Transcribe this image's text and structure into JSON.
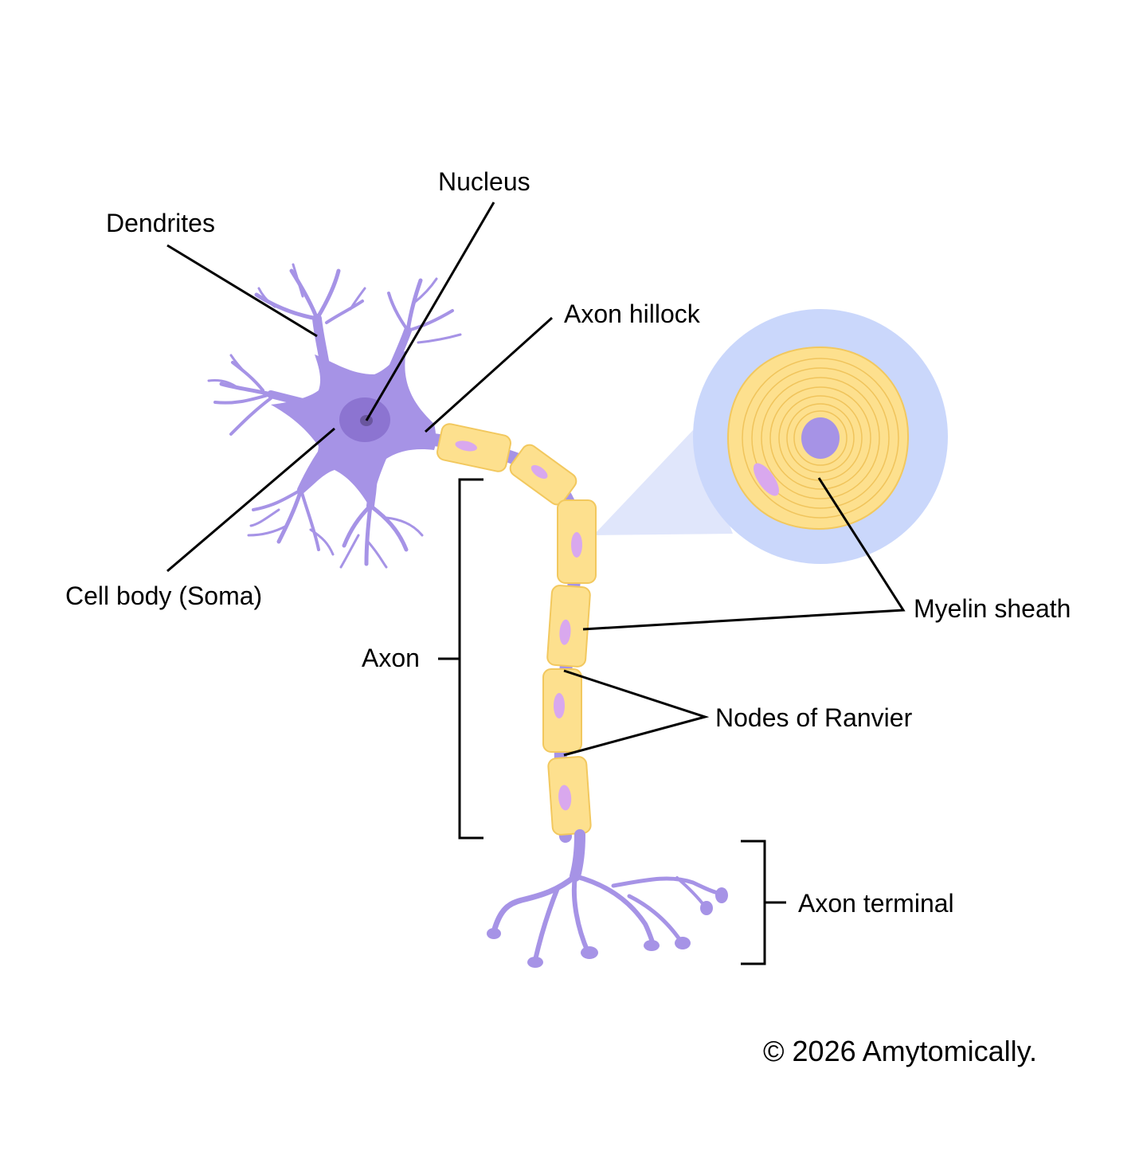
{
  "labels": {
    "nucleus": "Nucleus",
    "dendrites": "Dendrites",
    "axon_hillock": "Axon hillock",
    "cell_body": "Cell body (Soma)",
    "axon": "Axon",
    "myelin_sheath": "Myelin sheath",
    "nodes_of_ranvier": "Nodes of Ranvier",
    "axon_terminal": "Axon terminal"
  },
  "copyright": "© 2026 Amytomically.",
  "colors": {
    "neuron": "#a693e6",
    "myelin": "#fde08e",
    "myelin_outline": "#f2c85e",
    "schwann_nucleus": "#d9a8ee",
    "nucleus_inner": "#8c74d1",
    "nucleus_dark": "#6a569e",
    "zoom_halo": "#cad7fb",
    "zoom_cone": "#e0e6fb",
    "line": "#000000"
  }
}
